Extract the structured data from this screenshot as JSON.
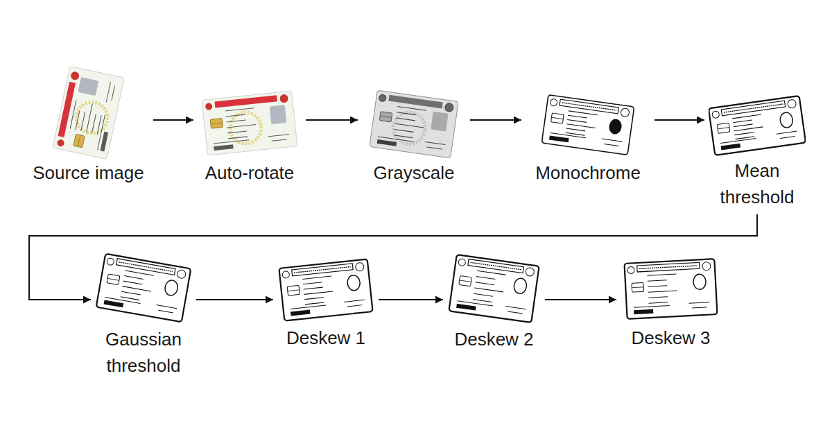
{
  "diagram": {
    "nodes": [
      {
        "text": [
          "Source image"
        ]
      },
      {
        "text": [
          "Auto-rotate"
        ]
      },
      {
        "text": [
          "Grayscale"
        ]
      },
      {
        "text": [
          "Monochrome"
        ]
      },
      {
        "text": [
          "Mean threshold"
        ]
      },
      {
        "text": [
          "Gaussian threshold"
        ]
      },
      {
        "text": [
          "Deskew 1"
        ]
      },
      {
        "text": [
          "Deskew 2"
        ]
      },
      {
        "text": [
          "Deskew 3"
        ]
      }
    ],
    "edges": [
      {
        "from": 0,
        "to": 1,
        "arrow": "to"
      },
      {
        "from": 1,
        "to": 2,
        "arrow": "to"
      },
      {
        "from": 2,
        "to": 3,
        "arrow": "to"
      },
      {
        "from": 3,
        "to": 4,
        "arrow": "to"
      },
      {
        "from": 4,
        "to": 5,
        "arrow": "to"
      },
      {
        "from": 5,
        "to": 6,
        "arrow": "to"
      },
      {
        "from": 6,
        "to": 7,
        "arrow": "to"
      },
      {
        "from": 7,
        "to": 8,
        "arrow": "to"
      }
    ]
  }
}
